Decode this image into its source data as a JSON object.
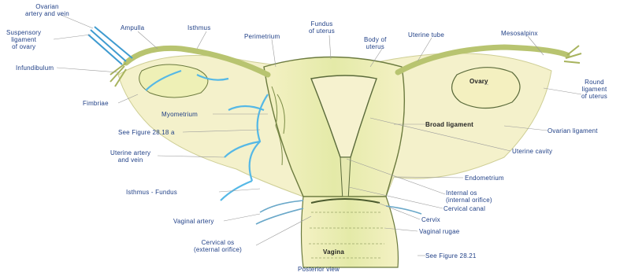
{
  "labels": {
    "ovarian_artery_vein": [
      "Ovarian",
      "artery and vein"
    ],
    "suspensory_ligament": [
      "Suspensory",
      "ligament",
      "of ovary"
    ],
    "infundibulum": "Infundibulum",
    "ampulla": "Ampulla",
    "isthmus": "Isthmus",
    "perimetrium": "Perimetrium",
    "fundus": [
      "Fundus",
      "of uterus"
    ],
    "body": [
      "Body of",
      "uterus"
    ],
    "uterine_tube": "Uterine tube",
    "mesosalpinx": "Mesosalpinx",
    "fimbriae": "Fimbriae",
    "myometrium": "Myometrium",
    "see_figure_a": "See Figure 28.18 a",
    "uterine_artery": [
      "Uterine artery",
      "and vein"
    ],
    "isthmus_fundus": "Isthmus - Fundus",
    "vaginal_artery": "Vaginal artery",
    "cervical_os": [
      "Cervical os",
      "(external orifice)"
    ],
    "vagina": "Vagina",
    "posterior_view": "Posterior view",
    "see_figure_b": "See Figure 28.21",
    "ovary": "Ovary",
    "round_ligament": [
      "Round",
      "ligament",
      "of uterus"
    ],
    "broad_ligament": "Broad ligament",
    "ovarian_ligament": "Ovarian ligament",
    "uterine_cavity": "Uterine cavity",
    "endometrium": "Endometrium",
    "internal_os": [
      "Internal os",
      "(internal orifice)"
    ],
    "cervical_canal": "Cervical canal",
    "cervix": "Cervix",
    "vaginal_rugae": "Vaginal rugae"
  },
  "colors": {
    "label_text": "#1f3f86",
    "tissue_yellow": "#f2efb4",
    "tissue_green": "#d6e39b",
    "vessel_blue": "#55b8e6",
    "outline": "#5a6a3a"
  }
}
